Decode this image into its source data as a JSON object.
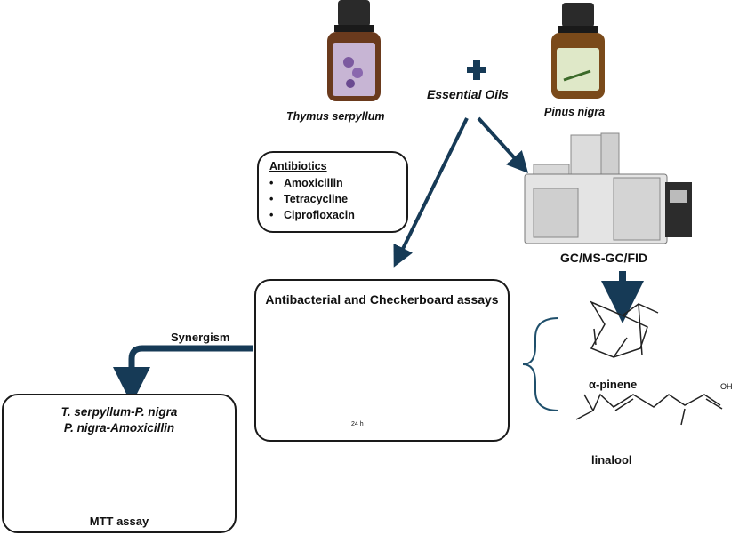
{
  "essential_oils": {
    "label": "Essential Oils",
    "plus_symbol": "+",
    "oil_1": "Thymus serpyllum",
    "oil_2": "Pinus nigra"
  },
  "antibiotics": {
    "title": "Antibiotics",
    "items": [
      "Amoxicillin",
      "Tetracycline",
      "Ciprofloxacin"
    ]
  },
  "instrument": {
    "label": "GC/MS-GC/FID"
  },
  "compounds": {
    "compound_1": "α-pinene",
    "compound_2": "linalool",
    "oh_label": "OH"
  },
  "assays": {
    "title": "Antibacterial and Checkerboard assays",
    "timer_label": "24 h"
  },
  "synergism": {
    "label": "Synergism",
    "combo_1": "T. serpyllum-P. nigra",
    "combo_2": "P. nigra-Amoxicillin",
    "mtt_label": "MTT assay"
  },
  "colors": {
    "arrow": "#163a56",
    "teal_wells": "#1f5f6b",
    "pink_wells": "#e88be0",
    "thyme_bottle": "#6a3a1d",
    "pine_bottle": "#7a4a1a"
  }
}
